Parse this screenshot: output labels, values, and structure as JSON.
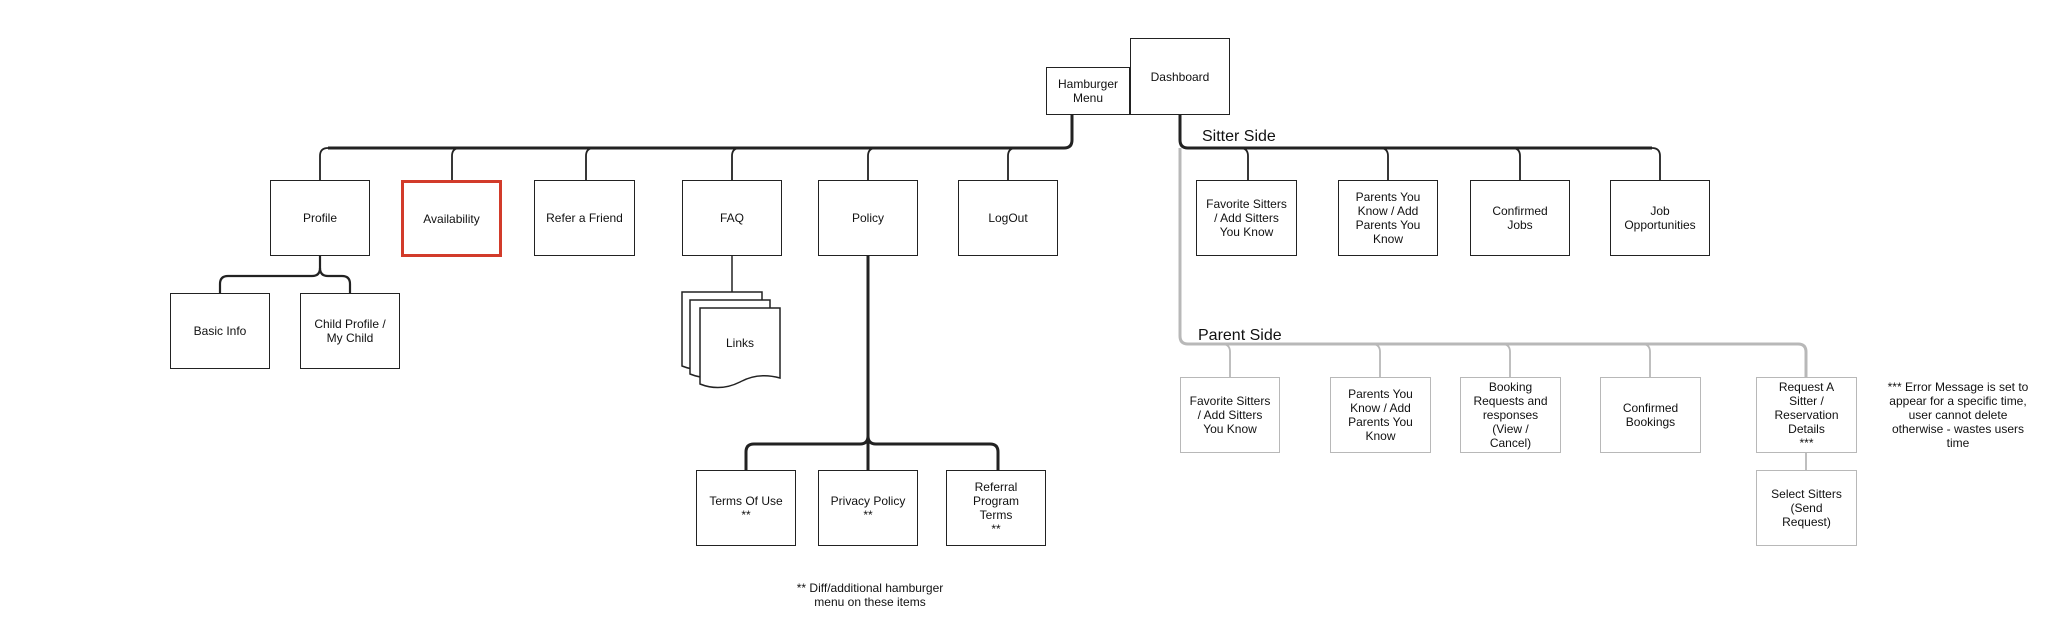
{
  "top": {
    "hamburger": "Hamburger\nMenu",
    "dashboard": "Dashboard"
  },
  "menu_items": [
    "Profile",
    "Availability",
    "Refer a Friend",
    "FAQ",
    "Policy",
    "LogOut"
  ],
  "profile_children": [
    "Basic Info",
    "Child Profile /\nMy Child"
  ],
  "faq_children": [
    "Links"
  ],
  "policy_children": [
    "Terms Of Use\n**",
    "Privacy Policy\n**",
    "Referral\nProgram\nTerms\n**"
  ],
  "sitter_side": {
    "label": "Sitter Side",
    "items": [
      "Favorite Sitters\n/ Add Sitters\nYou Know",
      "Parents You\nKnow / Add\nParents You\nKnow",
      "Confirmed\nJobs",
      "Job\nOpportunities"
    ]
  },
  "parent_side": {
    "label": "Parent Side",
    "items": [
      "Favorite Sitters\n/ Add Sitters\nYou Know",
      "Parents You\nKnow / Add\nParents You\nKnow",
      "Booking\nRequests and\nresponses\n(View /\nCancel)",
      "Confirmed\nBookings",
      "Request A\nSitter /\nReservation\nDetails\n***"
    ],
    "request_child": "Select Sitters\n(Send\nRequest)"
  },
  "notes": {
    "hamburger_note": "** Diff/additional hamburger\nmenu on these items",
    "error_note": "*** Error Message is set to\nappear for a specific time,\nuser cannot delete\notherwise - wastes users\ntime"
  },
  "colors": {
    "line_dark": "#222222",
    "line_gray": "#b8b8b8",
    "highlight": "#d23b2a"
  }
}
